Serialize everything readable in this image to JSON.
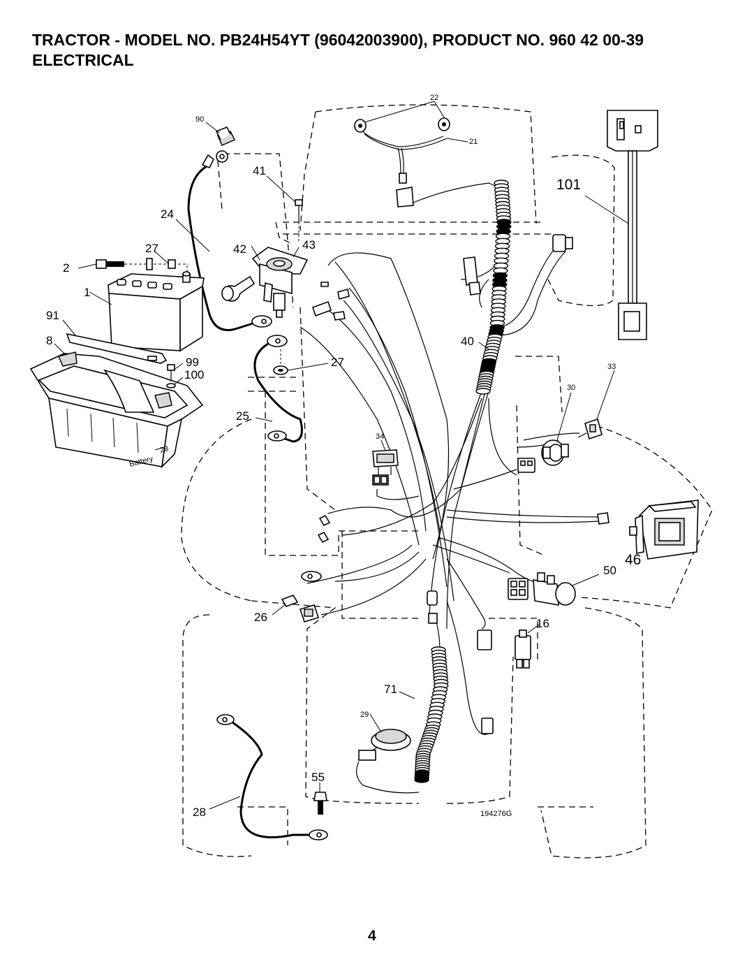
{
  "header": {
    "title": "TRACTOR - MODEL NO. PB24H54YT (96042003900), PRODUCT NO. 960 42 00-39",
    "subtitle": "ELECTRICAL"
  },
  "page_number": "4",
  "figure_id": "194276G",
  "battery_text": "Battery",
  "callouts": {
    "c1": "1",
    "c2": "2",
    "c8": "8",
    "c16": "16",
    "c21": "21",
    "c22": "22",
    "c24": "24",
    "c25": "25",
    "c26": "26",
    "c27a": "27",
    "c27b": "27",
    "c28a": "28",
    "c28b": "28",
    "c29": "29",
    "c30": "30",
    "c33": "33",
    "c34": "34",
    "c40": "40",
    "c41": "41",
    "c42": "42",
    "c43": "43",
    "c46": "46",
    "c50": "50",
    "c55": "55",
    "c71": "71",
    "c90": "90",
    "c91": "91",
    "c99": "99",
    "c100": "100",
    "c101": "101"
  }
}
